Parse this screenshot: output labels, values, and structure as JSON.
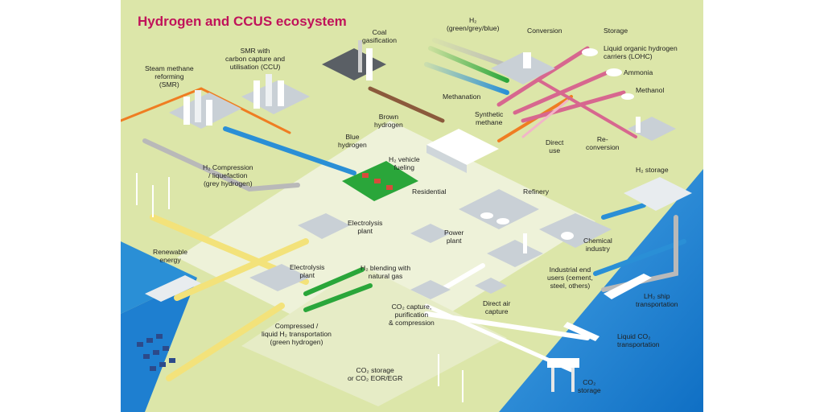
{
  "title": "Hydrogen and CCUS ecosystem",
  "colors": {
    "background_land": "#dce6a9",
    "inner_plaza": "#eef2d9",
    "water": "#1e7fd0",
    "title": "#c0135a",
    "flow_grey_hydrogen": "#b9b9b9",
    "flow_blue_hydrogen": "#2a8fd6",
    "flow_green_hydrogen": "#2aa63a",
    "flow_renewable": "#f3e27a",
    "flow_smr_feed": "#ef7d22",
    "flow_brown_hydrogen": "#8b5a3c",
    "flow_carriers": "#d7678f",
    "flow_co2": "#ffffff"
  },
  "labels": {
    "steam_methane_reforming": "Steam methane\nreforming\n(SMR)",
    "smr_ccu": "SMR with\ncarbon capture and\nutilisation (CCU)",
    "coal_gasification": "Coal\ngasification",
    "h2_colors": "H₂\n(green/grey/blue)",
    "conversion": "Conversion",
    "storage": "Storage",
    "lohc": "Liquid organic hydrogen\ncarriers (LOHC)",
    "ammonia": "Ammonia",
    "methanol": "Methanol",
    "methanation": "Methanation",
    "brown_hydrogen": "Brown\nhydrogen",
    "synthetic_methane": "Synthetic\nmethane",
    "direct_use": "Direct\nuse",
    "re_conversion": "Re-\nconversion",
    "blue_hydrogen": "Blue\nhydrogen",
    "h2_vehicle_fueling": "H₂ vehicle\nfueling",
    "h2_storage": "H₂ storage",
    "h2_compression": "H₂ Compression\n/ liquefaction\n(grey hydrogen)",
    "residential": "Residential",
    "refinery": "Refinery",
    "electrolysis_plant_inner": "Electrolysis\nplant",
    "power_plant": "Power\nplant",
    "chemical_industry": "Chemical\nindustry",
    "renewable_energy": "Renewable\nenergy",
    "electrolysis_plant_outer": "Electrolysis\nplant",
    "h2_blending": "H₂ blending with\nnatural gas",
    "industrial_end_users": "Industrial end\nusers (cement,\nsteel, others)",
    "lh2_ship": "LH₂ ship\ntransportation",
    "co2_capture": "CO₂ capture,\npurification\n& compression",
    "direct_air_capture": "Direct air\ncapture",
    "compressed_liquid_h2": "Compressed /\nliquid H₂ transportation\n(green hydrogen)",
    "liquid_co2_transport": "Liquid CO₂\ntransportation",
    "co2_storage_eor": "CO₂ storage\nor CO₂ EOR/EGR",
    "co2_storage_offshore": "CO₂\nstorage"
  }
}
